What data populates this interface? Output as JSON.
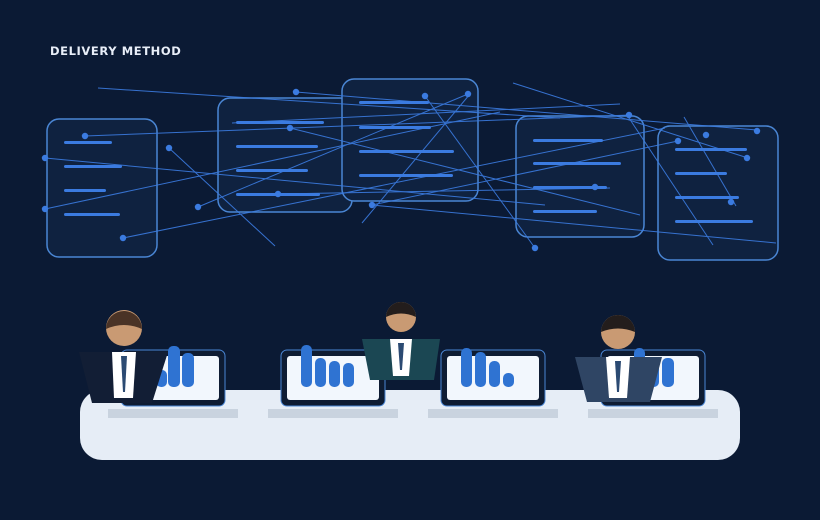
{
  "page": {
    "title": "DELIVERY METHOD"
  },
  "colors": {
    "background": "#0b1a34",
    "panel_border": "#4a86d4",
    "panel_fill": "#0f2240",
    "line_blue": "#3b7be0",
    "desk": "#e6edf6",
    "desk_shadow": "#c9d3df",
    "monitor_frame": "#0e1c33",
    "monitor_screen": "#f2f7fd",
    "bar_blue": "#2f73d2",
    "skin": "#c99a73",
    "hair_dark": "#231d1c",
    "hair_brown": "#4a3326"
  },
  "document_panels": [
    "panel-1",
    "panel-2",
    "panel-3",
    "panel-4",
    "panel-5"
  ],
  "workstations": [
    {
      "name": "workstation-1",
      "chair": "#121e35",
      "hair": "#4a3326"
    },
    {
      "name": "workstation-2",
      "chair": "#1b4753",
      "hair": "#231d1c"
    },
    {
      "name": "workstation-3",
      "chair": "#2f4564",
      "hair": "#231d1c"
    }
  ],
  "icons": [
    "document-panel-icon",
    "network-node-icon",
    "monitor-icon",
    "bar-chart-icon",
    "person-icon",
    "chair-icon",
    "desk-icon"
  ]
}
